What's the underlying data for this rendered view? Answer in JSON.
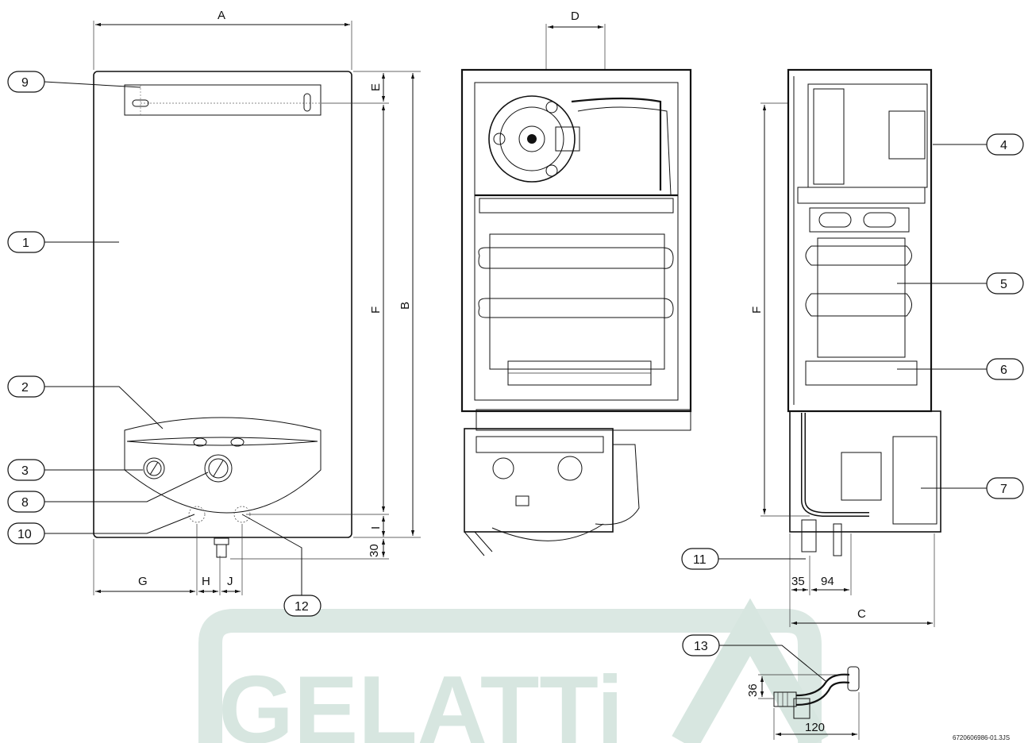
{
  "dimension_labels": {
    "A": "A",
    "B": "B",
    "C": "C",
    "D": "D",
    "E": "E",
    "F": "F",
    "G": "G",
    "H": "H",
    "I": "I",
    "J": "J",
    "F_side": "F",
    "d30": "30",
    "d35": "35",
    "d94": "94",
    "d36": "36",
    "d120": "120"
  },
  "callouts": {
    "c1": "1",
    "c2": "2",
    "c3": "3",
    "c4": "4",
    "c5": "5",
    "c6": "6",
    "c7": "7",
    "c8": "8",
    "c9": "9",
    "c10": "10",
    "c11": "11",
    "c12": "12",
    "c13": "13"
  },
  "watermark": "GELATTi",
  "reference_code": "6720606986-01.3JS"
}
